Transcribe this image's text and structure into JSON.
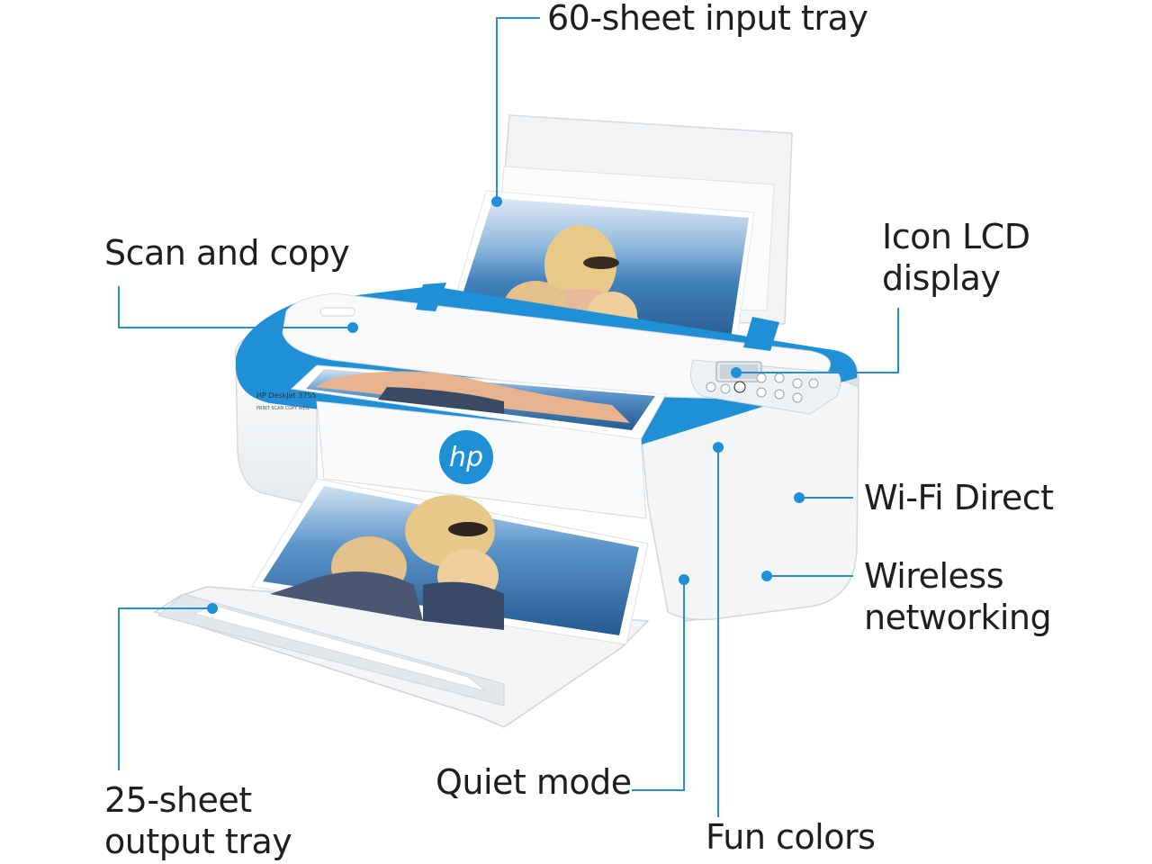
{
  "colors": {
    "accent_blue": "#1f8fd6",
    "leader_line": "#2b8dcf",
    "printer_body": "#f4f6f8",
    "text": "#1e1e1e"
  },
  "device": {
    "model_text": "HP DeskJet 3755",
    "function_text": "PRINT SCAN COPY WEB",
    "logo_text": "hp"
  },
  "callouts": {
    "input_tray": "60-sheet input tray",
    "scan_copy": "Scan and copy",
    "lcd_line1": "Icon LCD",
    "lcd_line2": "display",
    "wifi_direct": "Wi-Fi Direct",
    "wireless_line1": "Wireless",
    "wireless_line2": "networking",
    "output_line1": "25-sheet",
    "output_line2": "output tray",
    "quiet_mode": "Quiet mode",
    "fun_colors": "Fun colors"
  }
}
